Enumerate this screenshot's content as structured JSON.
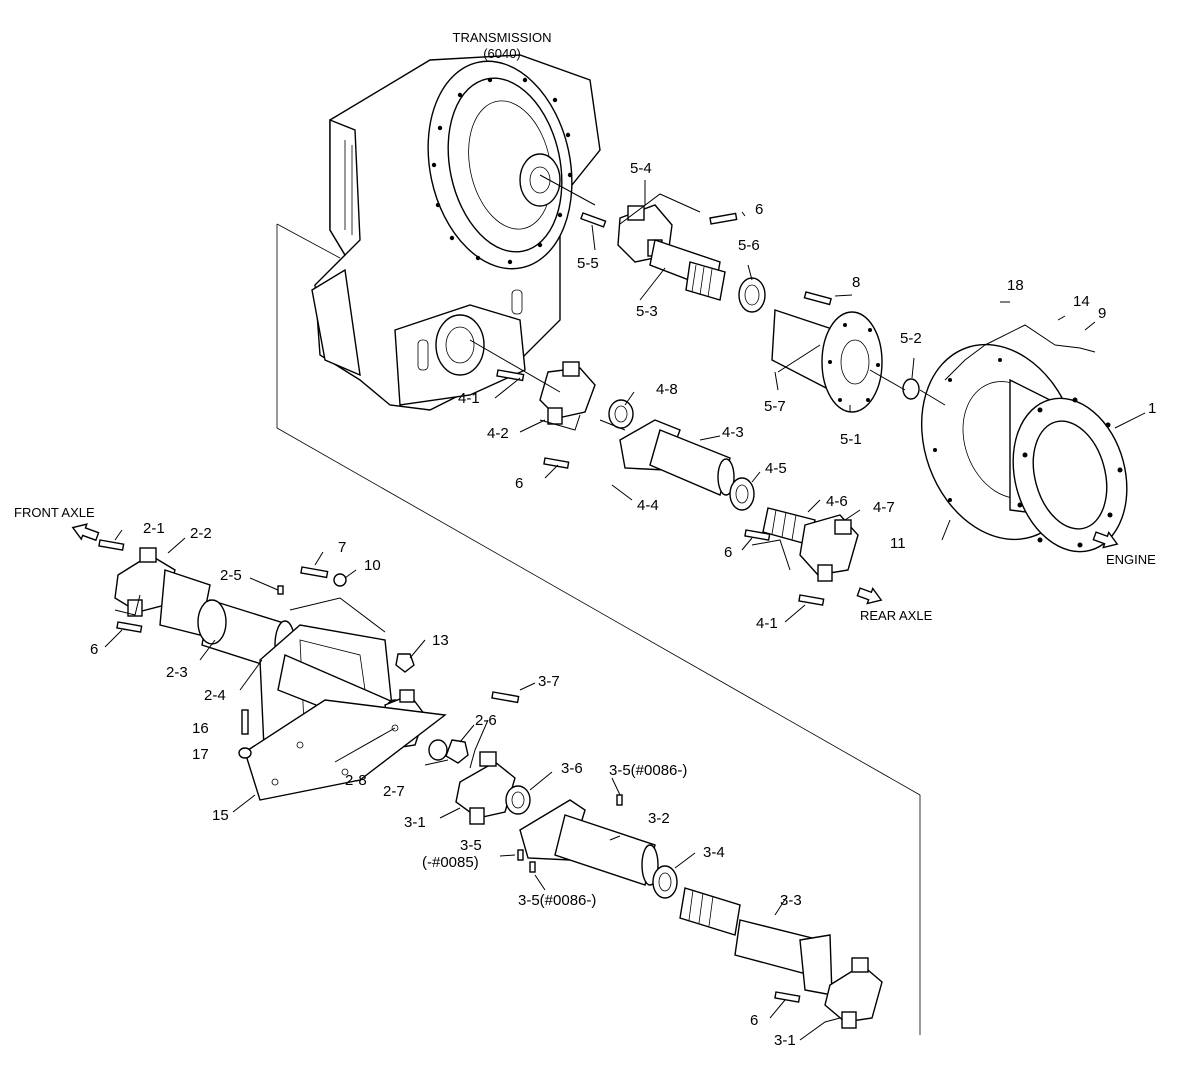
{
  "diagram": {
    "title": "TRANSMISSION",
    "subtitle": "(6040)",
    "directions": {
      "front_axle": "FRONT AXLE",
      "rear_axle": "REAR AXLE",
      "engine": "ENGINE"
    },
    "labels": {
      "p1": "1",
      "p2_1": "2-1",
      "p2_2": "2-2",
      "p2_3": "2-3",
      "p2_4": "2-4",
      "p2_5": "2-5",
      "p2_6": "2-6",
      "p2_7": "2-7",
      "p2_8": "2-8",
      "p3_1a": "3-1",
      "p3_1b": "3-1",
      "p3_2": "3-2",
      "p3_3": "3-3",
      "p3_4": "3-4",
      "p3_5a": "3-5(#0086-)",
      "p3_5b": "3-5",
      "p3_5b_range": "(-#0085)",
      "p3_5c": "3-5(#0086-)",
      "p3_6": "3-6",
      "p3_7": "3-7",
      "p4_1a": "4-1",
      "p4_1b": "4-1",
      "p4_2": "4-2",
      "p4_3": "4-3",
      "p4_4": "4-4",
      "p4_5": "4-5",
      "p4_6": "4-6",
      "p4_7": "4-7",
      "p4_8": "4-8",
      "p5_1": "5-1",
      "p5_2": "5-2",
      "p5_3": "5-3",
      "p5_4": "5-4",
      "p5_5": "5-5",
      "p5_6": "5-6",
      "p5_7": "5-7",
      "p6a": "6",
      "p6b": "6",
      "p6c": "6",
      "p6d": "6",
      "p6e": "6",
      "p7": "7",
      "p8": "8",
      "p9": "9",
      "p10": "10",
      "p11": "11",
      "p13": "13",
      "p14": "14",
      "p15": "15",
      "p16": "16",
      "p17": "17",
      "p18": "18"
    }
  }
}
